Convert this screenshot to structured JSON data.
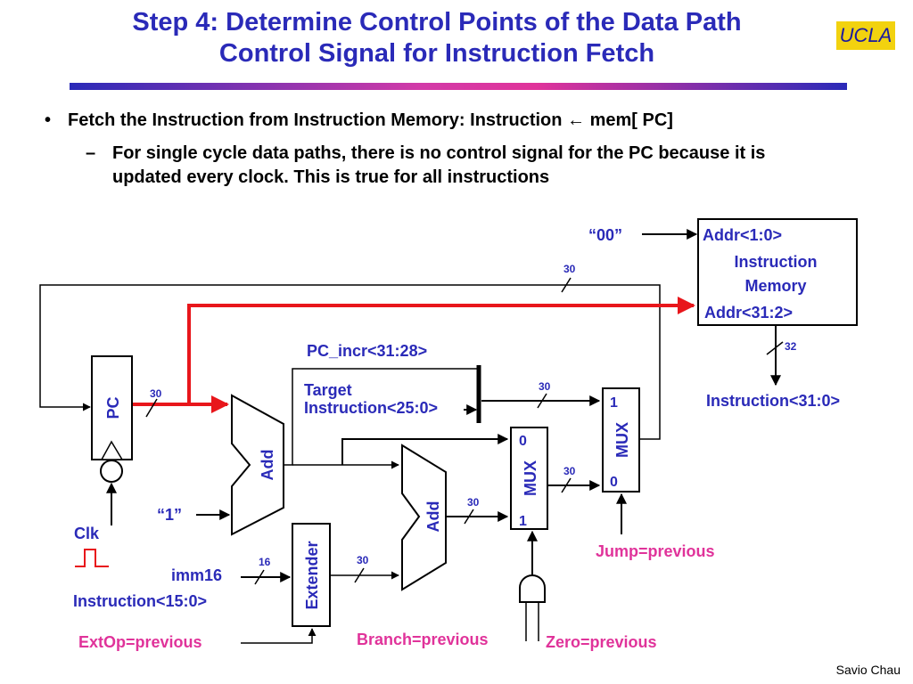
{
  "slide": {
    "title_line1": "Step 4: Determine Control Points of the Data Path",
    "title_line2": "Control Signal for Instruction Fetch",
    "logo": "UCLA",
    "bullet1": "Fetch the Instruction from Instruction Memory: Instruction ← mem[ PC]",
    "bullet2": "For single cycle data paths, there is no control signal for the PC because it is updated every clock.  This is true for all instructions",
    "footer": "Savio Chau"
  },
  "diagram": {
    "quote_00": "“00”",
    "imem_addr10": "Addr<1:0>",
    "imem_name1": "Instruction",
    "imem_name2": "Memory",
    "imem_addr312": "Addr<31:2>",
    "bus30": "30",
    "bus32": "32",
    "bus16": "16",
    "instruction_out": "Instruction<31:0>",
    "pc_incr": "PC_incr<31:28>",
    "target1": "Target",
    "target2": "Instruction<25:0>",
    "pc": "PC",
    "add": "Add",
    "extender": "Extender",
    "mux": "MUX",
    "mux_in0": "0",
    "mux_in1": "1",
    "quote_1": "“1”",
    "clk": "Clk",
    "imm16": "imm16",
    "instr_15_0": "Instruction<15:0>",
    "extop": "ExtOp=previous",
    "branch": "Branch=previous",
    "zero": "Zero=previous",
    "jump": "Jump=previous"
  },
  "colors": {
    "title": "#2a2ab8",
    "highlight_path": "#e8161b",
    "control_signal": "#e0339a",
    "logo_bg": "#f2d20f"
  }
}
